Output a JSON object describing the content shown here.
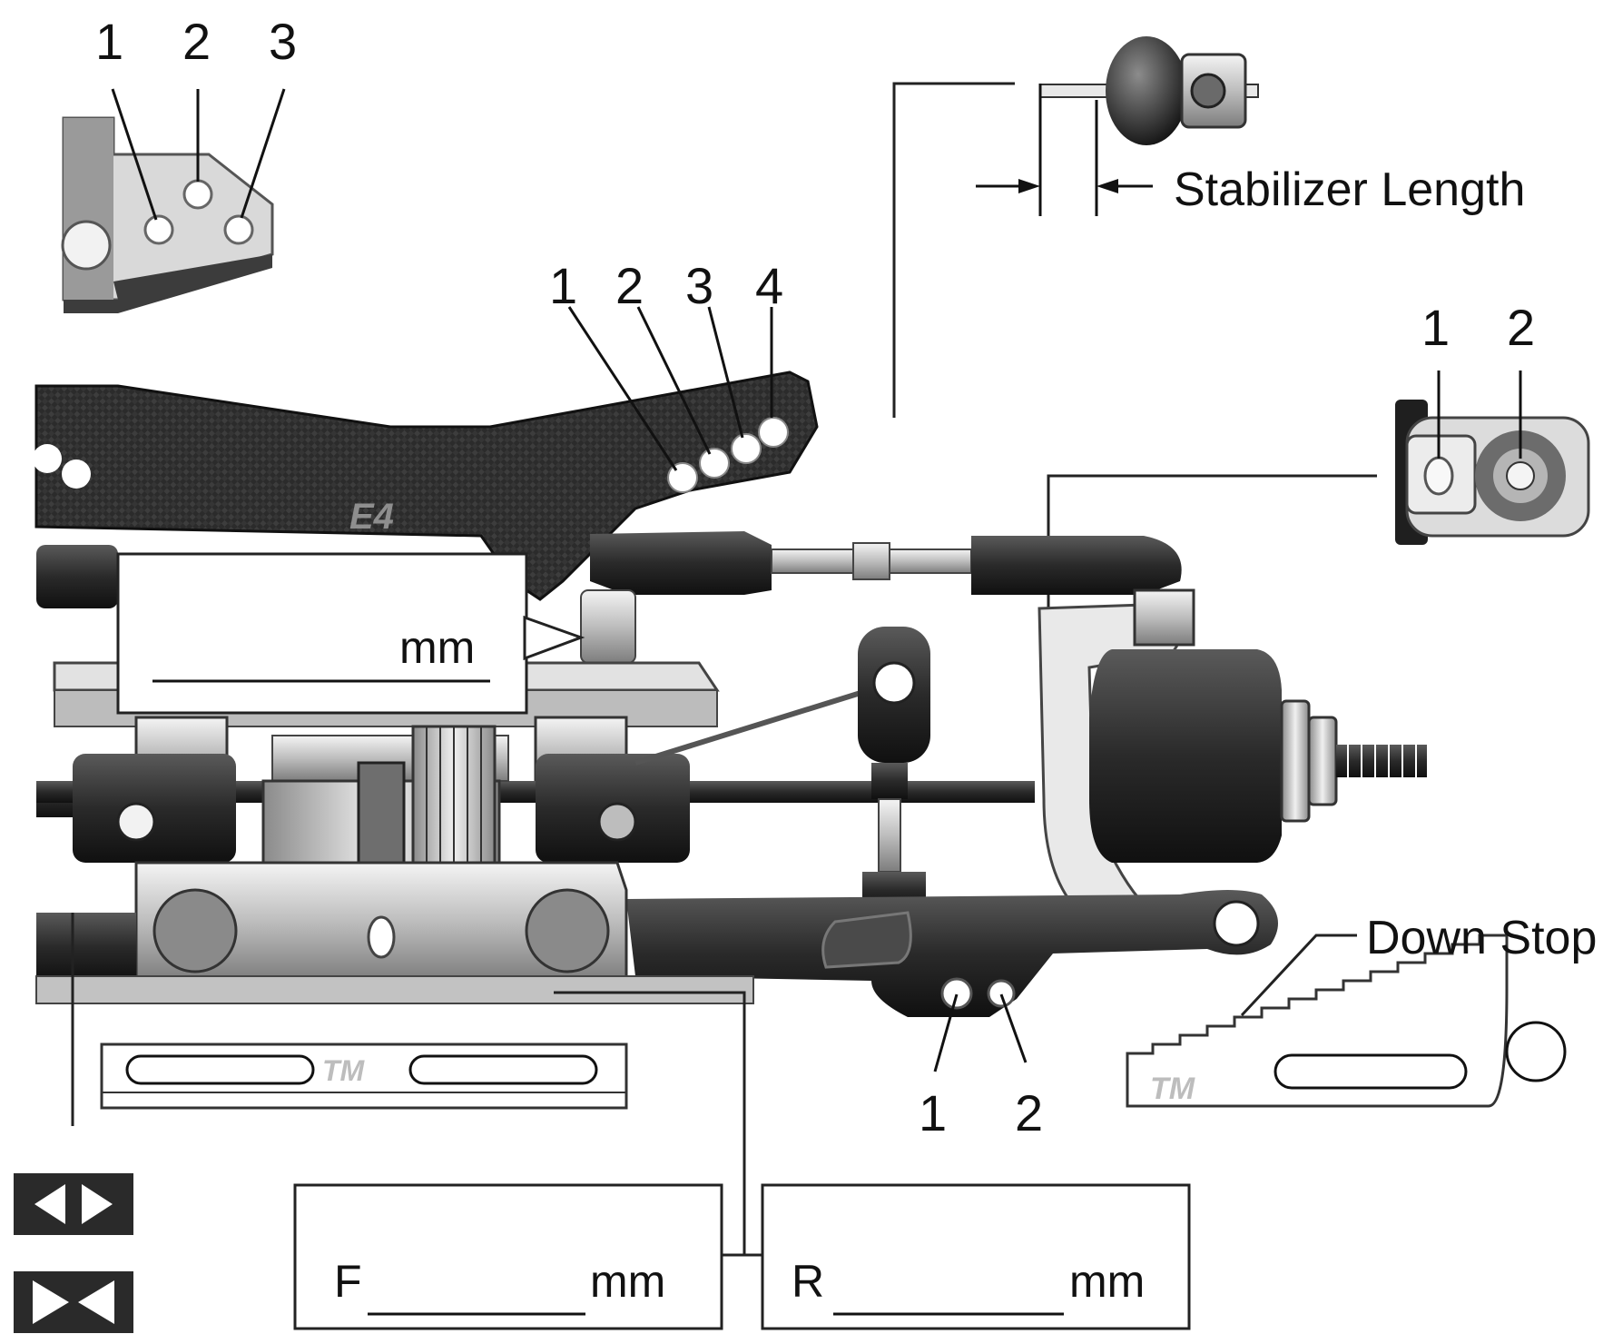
{
  "colors": {
    "ink": "#111111",
    "carbon": "#2b2b2b",
    "metal_light": "#e6e6e6",
    "metal_mid": "#a9a9a9",
    "metal_dark": "#3a3a3a",
    "icon_bg": "#2a2a2a"
  },
  "top_left_bracket": {
    "labels": [
      "1",
      "2",
      "3"
    ]
  },
  "top_plate": {
    "labels": [
      "1",
      "2",
      "3",
      "4"
    ],
    "logo": "E4"
  },
  "stabilizer": {
    "label": "Stabilizer Length"
  },
  "right_bracket": {
    "labels": [
      "1",
      "2"
    ]
  },
  "camber_box": {
    "unit": "mm"
  },
  "lower_arm": {
    "labels": [
      "1",
      "2"
    ]
  },
  "down_stop": {
    "label": "Down Stop",
    "logo": "TM"
  },
  "spacer": {
    "logo": "TM"
  },
  "track_boxes": {
    "front": {
      "prefix": "F",
      "unit": "mm"
    },
    "rear": {
      "prefix": "R",
      "unit": "mm"
    }
  },
  "icons": [
    "arrows-out-icon",
    "arrows-in-icon"
  ]
}
